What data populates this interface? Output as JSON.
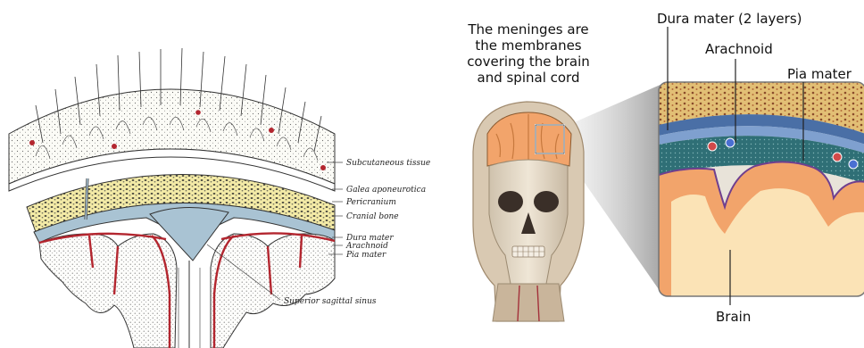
{
  "left_diagram": {
    "labels": {
      "subcutaneous": "Subcutaneous tissue",
      "galea": "Galea aponeurotica",
      "pericranium": "Pericranium",
      "cranial_bone": "Cranial bone",
      "dura": "Dura mater",
      "arachnoid": "Arachnoid",
      "pia": "Pia mater",
      "sinus": "Superior sagittal sinus"
    }
  },
  "right_diagram": {
    "intro_lines": [
      "The meninges are",
      "the membranes",
      "covering the brain",
      "and spinal cord"
    ],
    "labels": {
      "dura": "Dura mater (2 layers)",
      "arachnoid": "Arachnoid",
      "pia": "Pia mater",
      "brain": "Brain"
    }
  },
  "colors": {
    "bone_yellow": "#f3eaa6",
    "csf_blue": "#a9c3d3",
    "vessel_red": "#b3262f",
    "brain_orange": "#f2a46b",
    "brain_cream": "#fbe3b6",
    "membrane_teal": "#2f6f76",
    "skull": "#e7dccb",
    "bone_tan": "#e2bf75"
  }
}
